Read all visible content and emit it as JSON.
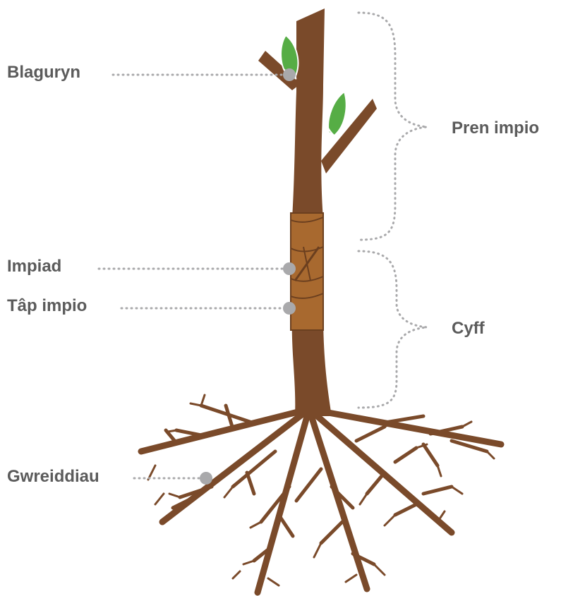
{
  "labels": {
    "bud": "Blaguryn",
    "graft_union": "Impiad",
    "grafting_tape": "Tâp impio",
    "roots": "Gwreiddiau",
    "scion": "Pren impio",
    "rootstock": "Cyff"
  },
  "colors": {
    "trunk": "#7a4a2a",
    "tape": "#a8692f",
    "tape_stroke": "#6b3f1f",
    "leaf": "#56ad45",
    "marker": "#a9a9ab",
    "label_text": "#5b5b5b"
  }
}
